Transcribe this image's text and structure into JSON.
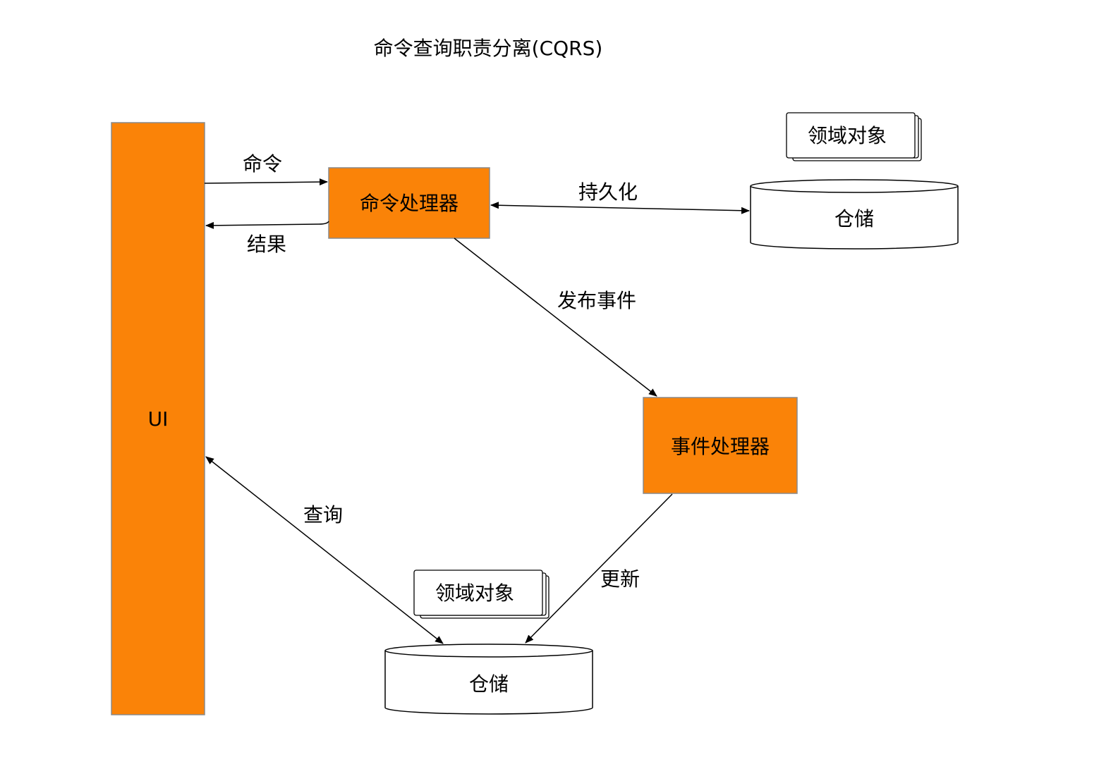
{
  "title": "命令查询职责分离(CQRS)",
  "colors": {
    "process_fill": "#fa8308",
    "process_stroke": "#8a8a8a",
    "store_fill": "#ffffff",
    "line": "#000000"
  },
  "nodes": {
    "ui": {
      "label": "UI"
    },
    "command_handler": {
      "label": "命令处理器"
    },
    "event_handler": {
      "label": "事件处理器"
    },
    "repo_top": {
      "label": "仓储"
    },
    "repo_bottom": {
      "label": "仓储"
    },
    "domain_top": {
      "label": "领域对象"
    },
    "domain_bottom": {
      "label": "领域对象"
    }
  },
  "edges": {
    "command": {
      "label": "命令"
    },
    "result": {
      "label": "结果"
    },
    "persist": {
      "label": "持久化"
    },
    "publish_event": {
      "label": "发布事件"
    },
    "query": {
      "label": "查询"
    },
    "update": {
      "label": "更新"
    }
  }
}
